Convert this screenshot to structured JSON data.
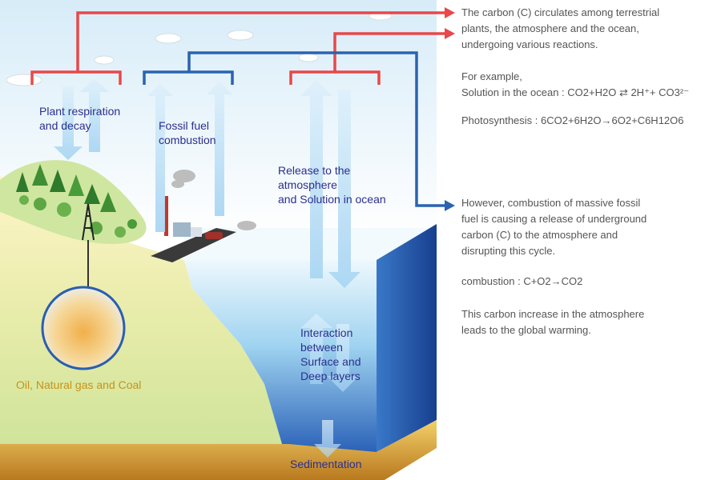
{
  "labels": {
    "plant_respiration": [
      "Plant respiration",
      "and decay"
    ],
    "fossil_fuel": [
      "Fossil fuel",
      "combustion"
    ],
    "release": [
      "Release to the",
      "atmosphere",
      "and Solution in ocean"
    ],
    "interaction": [
      "Interaction",
      "between",
      "Surface and",
      "Deep layers"
    ],
    "sedimentation": "Sedimentation",
    "oil": "Oil, Natural gas and Coal"
  },
  "text": {
    "cycle_lines": [
      "The carbon (C) circulates among terrestrial",
      "plants, the atmosphere and the ocean,",
      "undergoing various reactions."
    ],
    "for_example": "For example,",
    "ocean_prefix": "Solution in the ocean :",
    "ocean_equation": "CO2+H2O ⇄ 2H⁺+ CO3²⁻",
    "photosynthesis_prefix": "Photosynthesis :",
    "photosynthesis_equation": "6CO2+6H2O→6O2+C6H12O6",
    "however_lines": [
      "However, combustion of massive fossil",
      "fuel is causing a release of underground",
      "carbon (C) to the atmosphere and",
      "disrupting this cycle."
    ],
    "combustion_prefix": "combustion :",
    "combustion_equation": "C+O2→CO2",
    "warming_lines": [
      "This carbon increase in the atmosphere",
      "leads to the global warming."
    ]
  },
  "colors": {
    "red_line": "#e8484a",
    "blue_line": "#2a63b0",
    "arrow_fill": "#c8e4f6",
    "label_blue": "#2b2f8f",
    "label_gold": "#c8921a",
    "body_text": "#555555"
  },
  "icons": [
    "cloud-icon",
    "tree-icon",
    "oil-rig-icon",
    "factory-icon",
    "car-icon",
    "smoke-icon"
  ]
}
